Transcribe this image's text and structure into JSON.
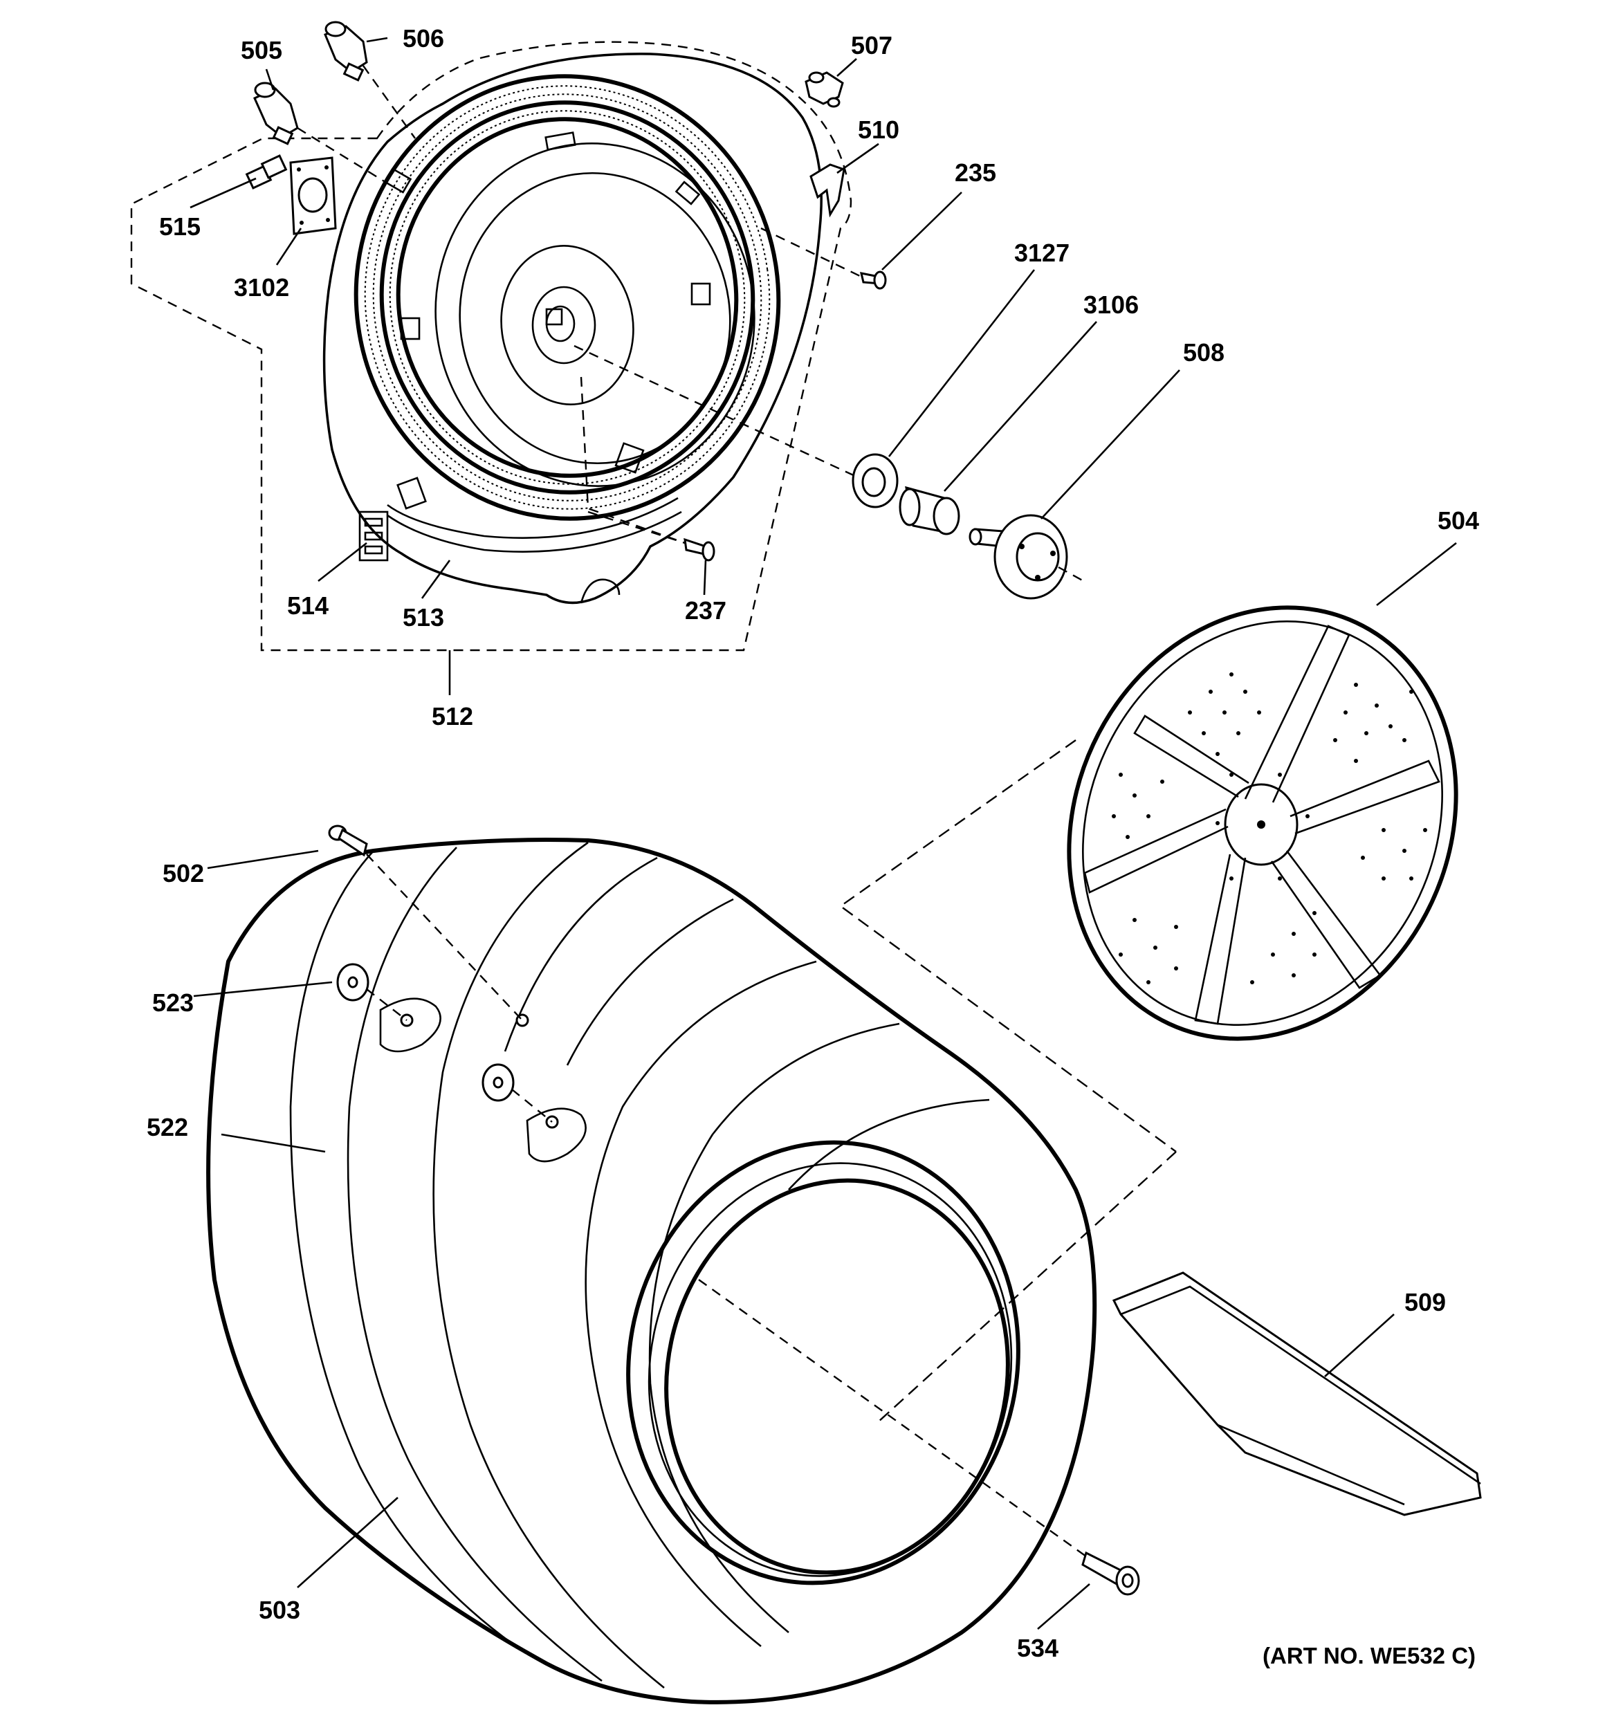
{
  "diagram": {
    "art_number": "(ART NO. WE532 C)",
    "labels": {
      "p505": "505",
      "p506": "506",
      "p507": "507",
      "p510": "510",
      "p235": "235",
      "p3127": "3127",
      "p3106": "3106",
      "p508": "508",
      "p515": "515",
      "p3102": "3102",
      "p514": "514",
      "p513": "513",
      "p237": "237",
      "p512": "512",
      "p504": "504",
      "p502": "502",
      "p523": "523",
      "p522": "522",
      "p509": "509",
      "p503": "503",
      "p534": "534"
    }
  }
}
